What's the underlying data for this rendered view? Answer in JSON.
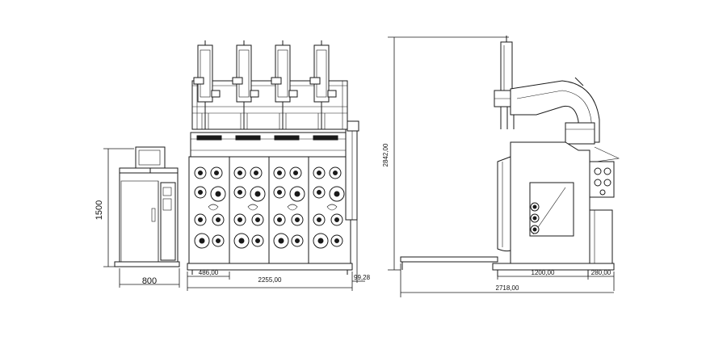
{
  "dimensions": {
    "cabinet_width": "800",
    "cabinet_height": "1500",
    "module_pitch": "486,00",
    "front_width": "2255,00",
    "side_offset": "99,28",
    "overall_height": "2842,00",
    "base_length": "1200,00",
    "rear_offset": "280,00",
    "overall_length": "2718,00"
  },
  "colors": {
    "line": "#1a1a1a",
    "background": "#ffffff"
  },
  "views": {
    "control_cabinet": {
      "monitor_icon": "monitor-icon"
    },
    "front_view": {
      "creel_count": 4,
      "module_count": 4
    },
    "side_view": {
      "cover_shape": "curved-hood"
    }
  }
}
